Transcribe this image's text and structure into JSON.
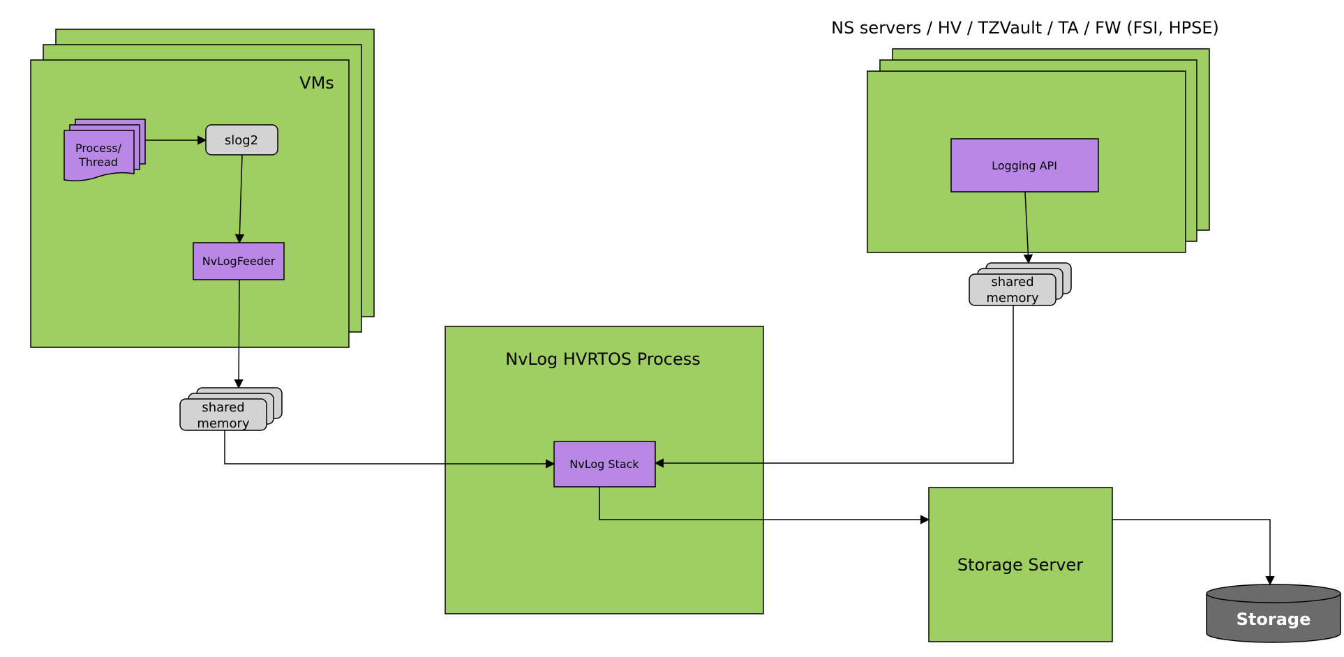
{
  "labels": {
    "vms": "VMs",
    "process_line1": "Process/",
    "process_line2": "Thread",
    "slog2": "slog2",
    "nvlogfeeder": "NvLogFeeder",
    "shared_memory_left_line1": "shared",
    "shared_memory_left_line2": "memory",
    "ns_servers_title": "NS servers / HV / TZVault / TA / FW (FSI, HPSE)",
    "logging_api": "Logging API",
    "shared_memory_right_line1": "shared",
    "shared_memory_right_line2": "memory",
    "nvlog_process": "NvLog HVRTOS Process",
    "nvlog_stack": "NvLog Stack",
    "storage_server": "Storage Server",
    "storage": "Storage"
  },
  "colors": {
    "green": "#9FCF62",
    "purple": "#B987E6",
    "gray": "#D3D3D3",
    "storage_gray": "#6B6B6B"
  }
}
